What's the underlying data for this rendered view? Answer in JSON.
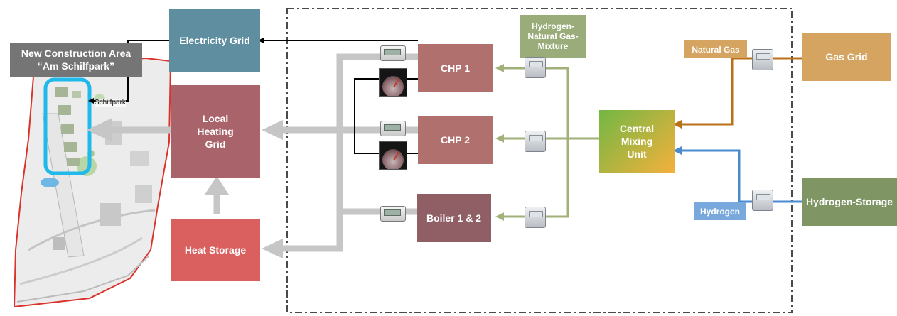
{
  "nodes": {
    "electricity_grid": "Electricity Grid",
    "local_heating_grid": "Local Heating Grid",
    "heat_storage": "Heat Storage",
    "chp1": "CHP 1",
    "chp2": "CHP 2",
    "boiler": "Boiler 1 & 2",
    "hydrogen_mixture": "Hydrogen-Natural Gas-Mixture",
    "central_mixing_unit": "Central Mixing Unit",
    "natural_gas": "Natural Gas",
    "gas_grid": "Gas Grid",
    "hydrogen": "Hydrogen",
    "hydrogen_storage": "Hydrogen-Storage"
  },
  "map": {
    "area_title_line1": "New Construction Area",
    "area_title_line2": "“Am Schilfpark”",
    "street_label": "Schilfpark"
  },
  "colors": {
    "electricity_grid": "#5f8ea0",
    "heating": "#a9636a",
    "heat_storage": "#d9605e",
    "chp": "#b0706d",
    "boiler": "#905e65",
    "mixture": "#9aac7a",
    "natural_gas": "#d5a461",
    "gas_line": "#b87019",
    "hydrogen": "#79a9dc",
    "hydrogen_line": "#4a8bd0",
    "hydrogen_storage": "#7f9564",
    "mixing_start": "#72b744",
    "mixing_end": "#f4b03c",
    "heat_arrow": "#c6c6c6",
    "mix_line": "#a2b07a",
    "area_title_bg": "#757575",
    "highlight": "#21b8ea"
  }
}
